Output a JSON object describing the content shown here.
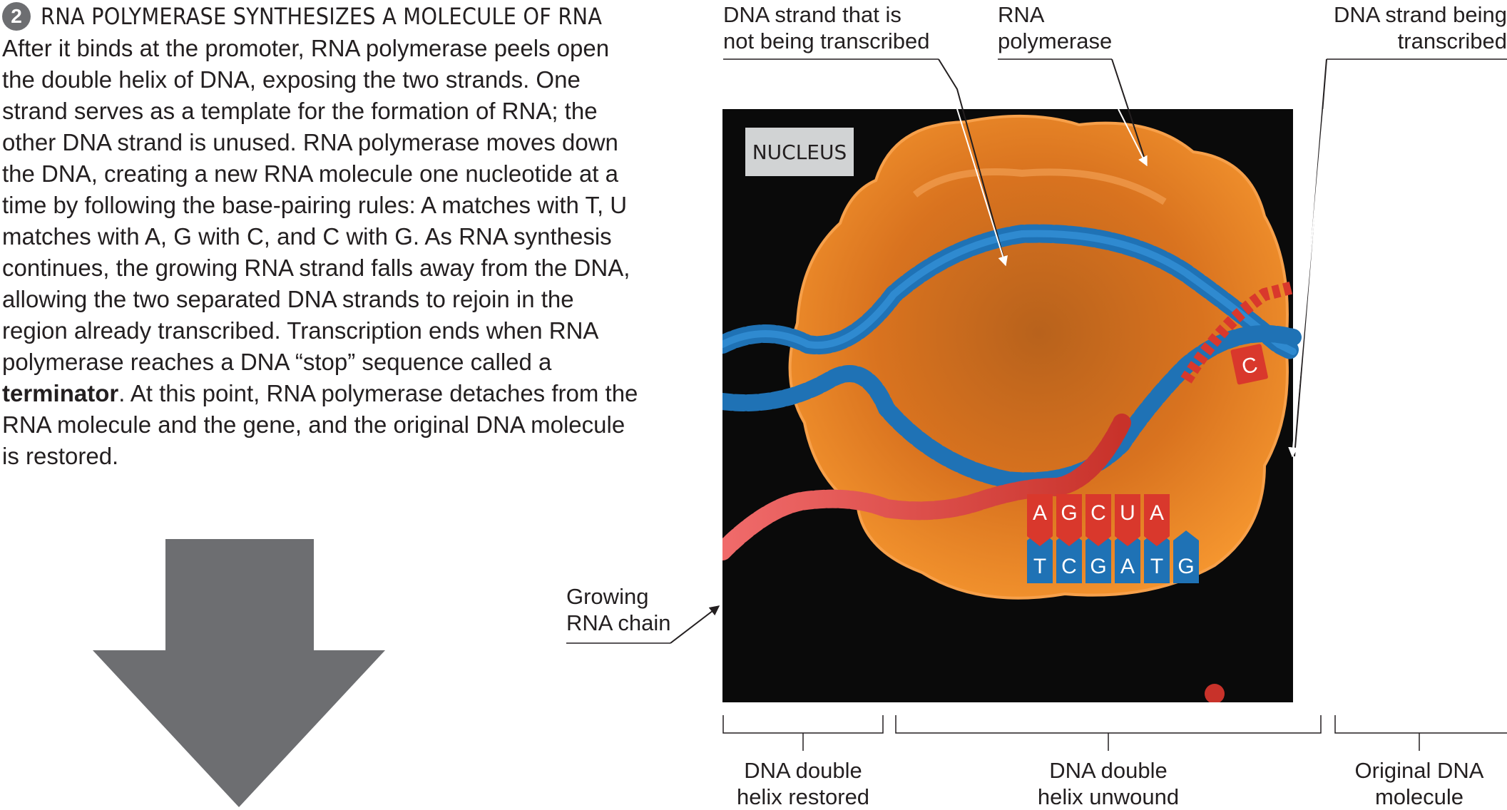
{
  "step": {
    "number": "2",
    "title": "RNA POLYMERASE SYNTHESIZES A MOLECULE OF RNA"
  },
  "body": {
    "part1": "After it binds at the promoter, RNA polymerase peels open the double helix of DNA, exposing the two strands. One strand serves as a template for the formation of RNA; the other DNA strand is unused. RNA polymerase moves down the DNA, creating a new RNA molecule one nucleotide at a time by following the base-pairing rules: A matches with T, U matches with A, G with C, and C with G. As RNA synthesis continues, the growing RNA strand falls away from the DNA, allowing the two separated DNA strands to rejoin in the region already transcribed. Transcription ends when RNA polymerase reaches a DNA “stop” sequence called a ",
    "bold": "terminator",
    "part2": ". At this point, RNA polymerase detaches from the RNA molecule and the gene, and the original DNA molecule is restored."
  },
  "labels": {
    "dna_not_transcribed": [
      "DNA strand that is",
      "not being transcribed"
    ],
    "rna_polymerase": [
      "RNA",
      "polymerase"
    ],
    "dna_transcribed": [
      "DNA strand being",
      "transcribed"
    ],
    "growing_rna": [
      "Growing",
      "RNA chain"
    ],
    "restored": [
      "DNA double",
      "helix restored"
    ],
    "unwound": [
      "DNA double",
      "helix unwound"
    ],
    "original": [
      "Original DNA",
      "molecule"
    ]
  },
  "nucleus_label": "NUCLEUS",
  "rna_bases": [
    "A",
    "G",
    "C",
    "U",
    "A"
  ],
  "dna_bases": [
    "T",
    "C",
    "G",
    "A",
    "T",
    "G"
  ],
  "incoming_base": "C",
  "colors": {
    "polymerase": "#f0862a",
    "dna": "#1f72b5",
    "rna": "#d9382c",
    "background": "#0a0a0a",
    "arrow": "#6d6e71"
  }
}
